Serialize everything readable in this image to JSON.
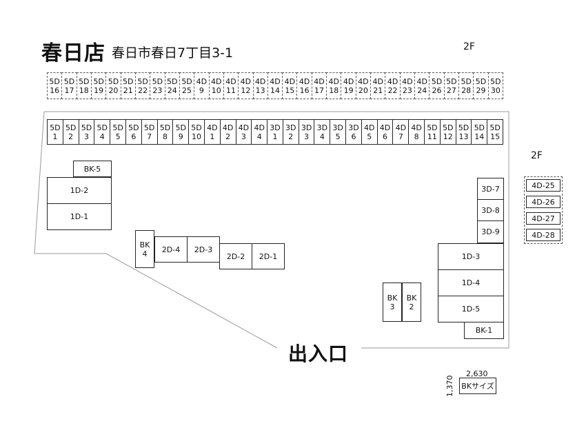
{
  "header": {
    "store_name": "春日店",
    "address": "春日市春日7丁目3-1"
  },
  "floor_labels": {
    "top": "2F",
    "right": "2F"
  },
  "entrance_label": "出入口",
  "rows": {
    "second_floor_top": [
      "5D\n16",
      "5D\n17",
      "5D\n18",
      "5D\n19",
      "5D\n20",
      "5D\n21",
      "5D\n22",
      "5D\n23",
      "5D\n24",
      "5D\n25",
      "4D\n9",
      "4D\n10",
      "4D\n11",
      "4D\n12",
      "4D\n13",
      "4D\n14",
      "4D\n15",
      "4D\n16",
      "4D\n17",
      "4D\n18",
      "4D\n19",
      "4D\n20",
      "4D\n21",
      "4D\n22",
      "4D\n23",
      "4D\n24",
      "5D\n26",
      "5D\n27",
      "5D\n28",
      "5D\n29",
      "5D\n30"
    ],
    "ground_top": [
      "5D\n1",
      "5D\n2",
      "5D\n3",
      "5D\n4",
      "5D\n5",
      "5D\n6",
      "5D\n7",
      "5D\n8",
      "5D\n9",
      "5D\n10",
      "4D\n1",
      "4D\n2",
      "4D\n3",
      "4D\n4",
      "3D\n1",
      "3D\n2",
      "3D\n3",
      "3D\n4",
      "3D\n5",
      "3D\n6",
      "4D\n5",
      "4D\n6",
      "4D\n7",
      "4D\n8",
      "5D\n11",
      "5D\n12",
      "5D\n13",
      "5D\n14",
      "5D\n15"
    ]
  },
  "units": {
    "bk5": "BK-5",
    "d1_2": "1D-2",
    "d1_1": "1D-1",
    "bk4": "BK\n4",
    "d2_4": "2D-4",
    "d2_3": "2D-3",
    "d2_2": "2D-2",
    "d2_1": "2D-1",
    "d3_7": "3D-7",
    "d3_8": "3D-8",
    "d3_9": "3D-9",
    "d4_25": "4D-25",
    "d4_26": "4D-26",
    "d4_27": "4D-27",
    "d4_28": "4D-28",
    "d1_3": "1D-3",
    "d1_4": "1D-4",
    "d1_5": "1D-5",
    "bk1": "BK-1",
    "bk3": "BK\n3",
    "bk2": "BK\n2"
  },
  "legend": {
    "width": "2,630",
    "height": "1,370",
    "label": "BKサイズ"
  }
}
